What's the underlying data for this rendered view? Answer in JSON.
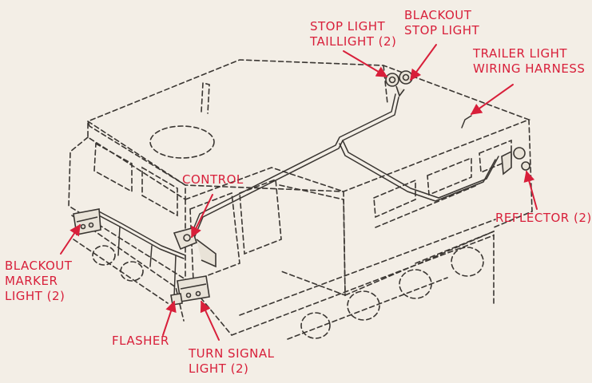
{
  "colors": {
    "background": "#f3eee6",
    "label": "#d81f3a",
    "drawing": "#3a3632"
  },
  "labels": {
    "stop_light_taillight": "STOP LIGHT\nTAILLIGHT (2)",
    "blackout_stop_light": "BLACKOUT\nSTOP LIGHT",
    "trailer_light_wiring_harness": "TRAILER LIGHT\nWIRING HARNESS",
    "control": "CONTROL",
    "reflector": "REFLECTOR (2)",
    "blackout_marker_light": "BLACKOUT\nMARKER\nLIGHT (2)",
    "flasher": "FLASHER",
    "turn_signal_light": "TURN SIGNAL\nLIGHT (2)"
  }
}
